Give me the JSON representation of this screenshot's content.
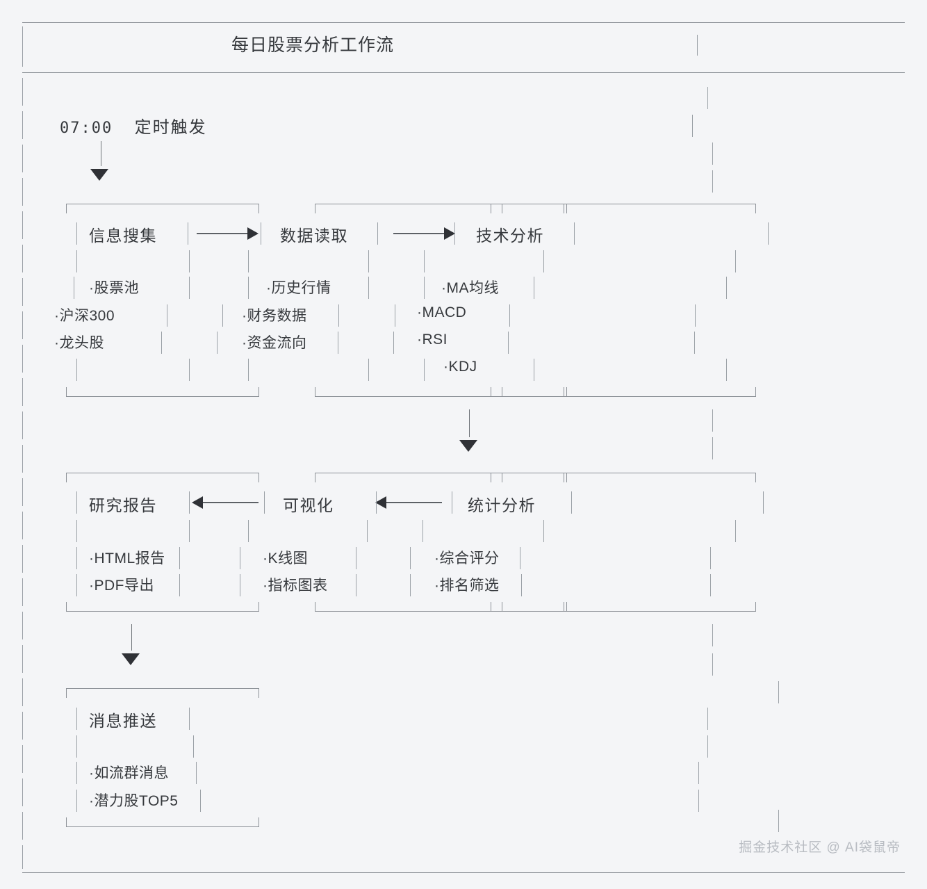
{
  "title": "每日股票分析工作流",
  "trigger": {
    "time": "07:00",
    "label": "定时触发"
  },
  "rows": [
    {
      "id": "row-1",
      "nodes": [
        {
          "id": "info-collect",
          "title": "信息搜集",
          "items": [
            "·股票池",
            "·沪深300",
            "·龙头股"
          ]
        },
        {
          "id": "data-read",
          "title": "数据读取",
          "items": [
            "·历史行情",
            "·财务数据",
            "·资金流向"
          ]
        },
        {
          "id": "tech-analysis",
          "title": "技术分析",
          "items": [
            "·MA均线",
            "·MACD",
            "·RSI",
            "·KDJ"
          ]
        },
        {
          "id": "empty-right-1",
          "title": "",
          "items": []
        }
      ]
    },
    {
      "id": "row-2",
      "nodes": [
        {
          "id": "research-report",
          "title": "研究报告",
          "items": [
            "·HTML报告",
            "·PDF导出"
          ]
        },
        {
          "id": "visualization",
          "title": "可视化",
          "items": [
            "·K线图",
            "·指标图表"
          ]
        },
        {
          "id": "stat-analysis",
          "title": "统计分析",
          "items": [
            "·综合评分",
            "·排名筛选"
          ]
        },
        {
          "id": "empty-right-2",
          "title": "",
          "items": []
        }
      ]
    },
    {
      "id": "row-3",
      "nodes": [
        {
          "id": "message-push",
          "title": "消息推送",
          "items": [
            "·如流群消息",
            "·潜力股TOP5"
          ]
        }
      ]
    }
  ],
  "connectors": {
    "arrow_right_1": "→",
    "arrow_right_2": "→",
    "arrow_left_1": "←",
    "arrow_left_2": "←",
    "arrow_down_trigger": "▼",
    "arrow_down_mid": "▼",
    "arrow_down_bottom": "▼"
  },
  "watermark": "掘金技术社区 @ AI袋鼠帝",
  "colors": {
    "background": "#f4f5f7",
    "text": "#36393d",
    "line": "#8b9096",
    "arrow": "#2f3136",
    "watermark": "#b8bcc2"
  }
}
